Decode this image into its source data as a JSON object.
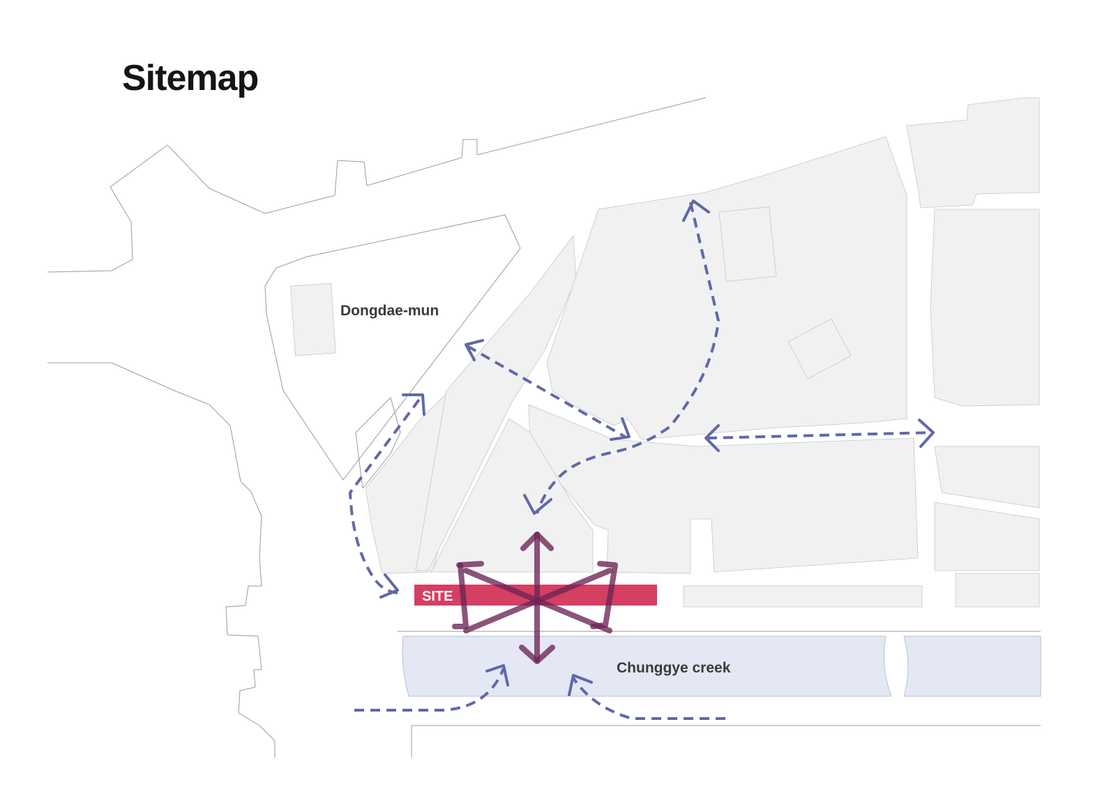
{
  "title": "Sitemap",
  "labels": {
    "dongdaemun": "Dongdae-mun",
    "creek": "Chunggye creek",
    "site": "SITE"
  },
  "colors": {
    "block_fill": "#f1f1f1",
    "creek_fill": "#e3e8f4",
    "site_fill": "#d2355a",
    "flow_arrow": "#5f69a8",
    "site_arrows": "#6b2454"
  },
  "icons": {
    "flow": "dashed-arrow-icon",
    "site_access": "radiating-arrows-icon"
  }
}
